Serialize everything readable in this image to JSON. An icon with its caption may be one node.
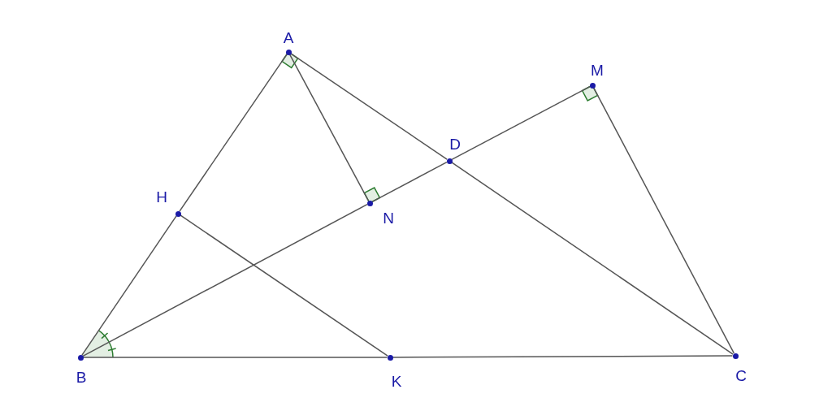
{
  "diagram": {
    "nodes": [
      {
        "text": [
          "A"
        ]
      },
      {
        "text": [
          "M"
        ]
      },
      {
        "text": [
          "D"
        ]
      },
      {
        "text": [
          "H"
        ]
      },
      {
        "text": [
          "N"
        ]
      },
      {
        "text": [
          "B"
        ]
      },
      {
        "text": [
          "K"
        ]
      },
      {
        "text": [
          "C"
        ]
      }
    ],
    "edges": [
      {
        "from": 0,
        "to": 3,
        "arrow": "none"
      },
      {
        "from": 3,
        "to": 5,
        "arrow": "none"
      },
      {
        "from": 0,
        "to": 2,
        "arrow": "none"
      },
      {
        "from": 2,
        "to": 7,
        "arrow": "none"
      },
      {
        "from": 5,
        "to": 6,
        "arrow": "none"
      },
      {
        "from": 6,
        "to": 7,
        "arrow": "none"
      },
      {
        "from": 5,
        "to": 4,
        "arrow": "none"
      },
      {
        "from": 4,
        "to": 2,
        "arrow": "none"
      },
      {
        "from": 2,
        "to": 1,
        "arrow": "none"
      },
      {
        "from": 0,
        "to": 4,
        "arrow": "none"
      },
      {
        "from": 1,
        "to": 7,
        "arrow": "none"
      },
      {
        "from": 3,
        "to": 6,
        "arrow": "none"
      }
    ]
  }
}
